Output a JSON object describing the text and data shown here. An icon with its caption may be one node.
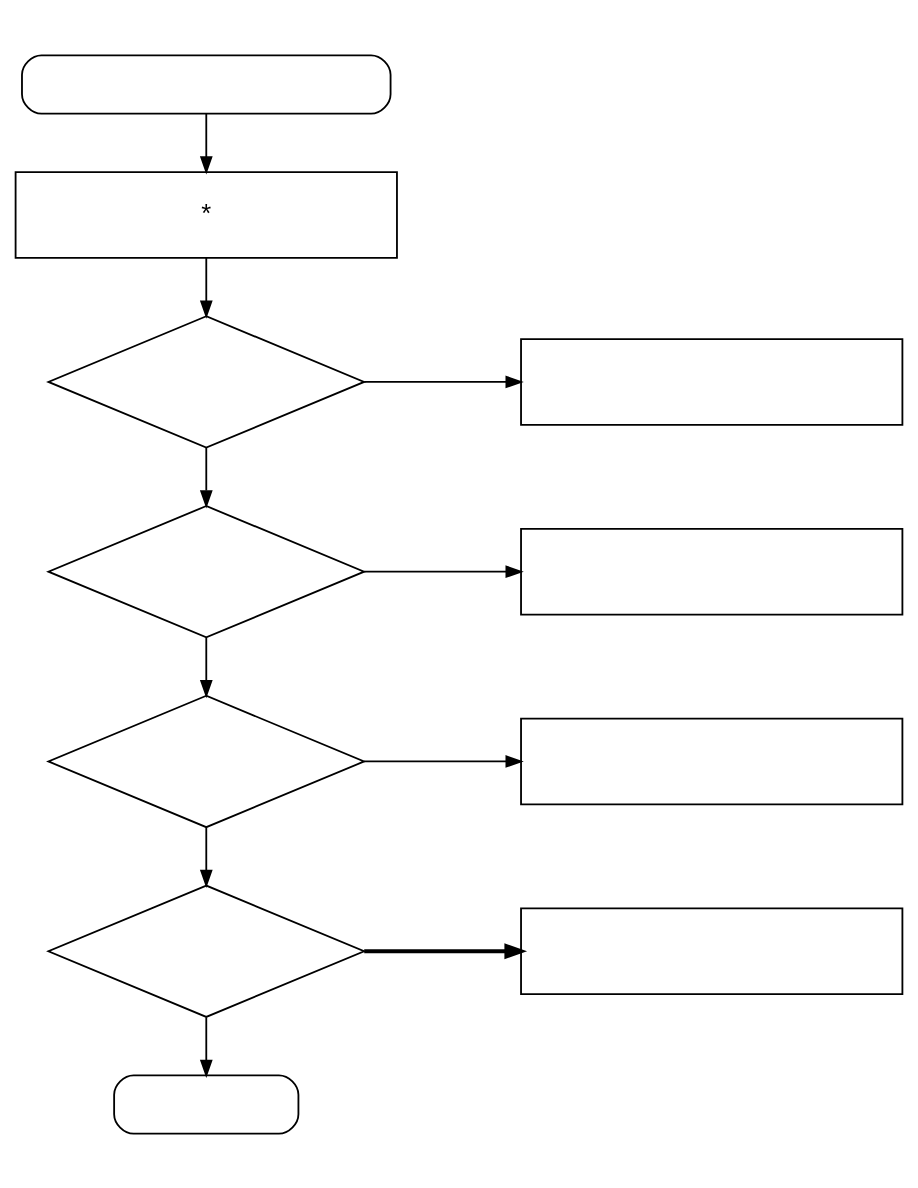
{
  "diagram": {
    "nodes": [
      {
        "text": [],
        "shape": "oval"
      },
      {
        "text": [
          "*"
        ]
      },
      {
        "text": [],
        "shape": "diamond"
      },
      {
        "text": [],
        "shape": "box"
      },
      {
        "text": [],
        "shape": "diamond"
      },
      {
        "text": [],
        "shape": "box"
      },
      {
        "text": [],
        "shape": "diamond"
      },
      {
        "text": [],
        "shape": "box"
      },
      {
        "text": [],
        "shape": "diamond"
      },
      {
        "text": [],
        "shape": "box"
      },
      {
        "text": [],
        "shape": "oval"
      }
    ],
    "edges": [
      {
        "from": 0,
        "to": 1,
        "arrow": "to"
      },
      {
        "from": 1,
        "to": 2,
        "arrow": "to"
      },
      {
        "from": 2,
        "to": 3,
        "arrow": "to"
      },
      {
        "from": 2,
        "to": 4,
        "arrow": "to"
      },
      {
        "from": 4,
        "to": 5,
        "arrow": "to"
      },
      {
        "from": 4,
        "to": 6,
        "arrow": "to"
      },
      {
        "from": 6,
        "to": 7,
        "arrow": "to"
      },
      {
        "from": 6,
        "to": 8,
        "arrow": "to"
      },
      {
        "from": 8,
        "to": 9,
        "arrow": "to",
        "style": "thick"
      },
      {
        "from": 8,
        "to": 10,
        "arrow": "to"
      }
    ]
  }
}
